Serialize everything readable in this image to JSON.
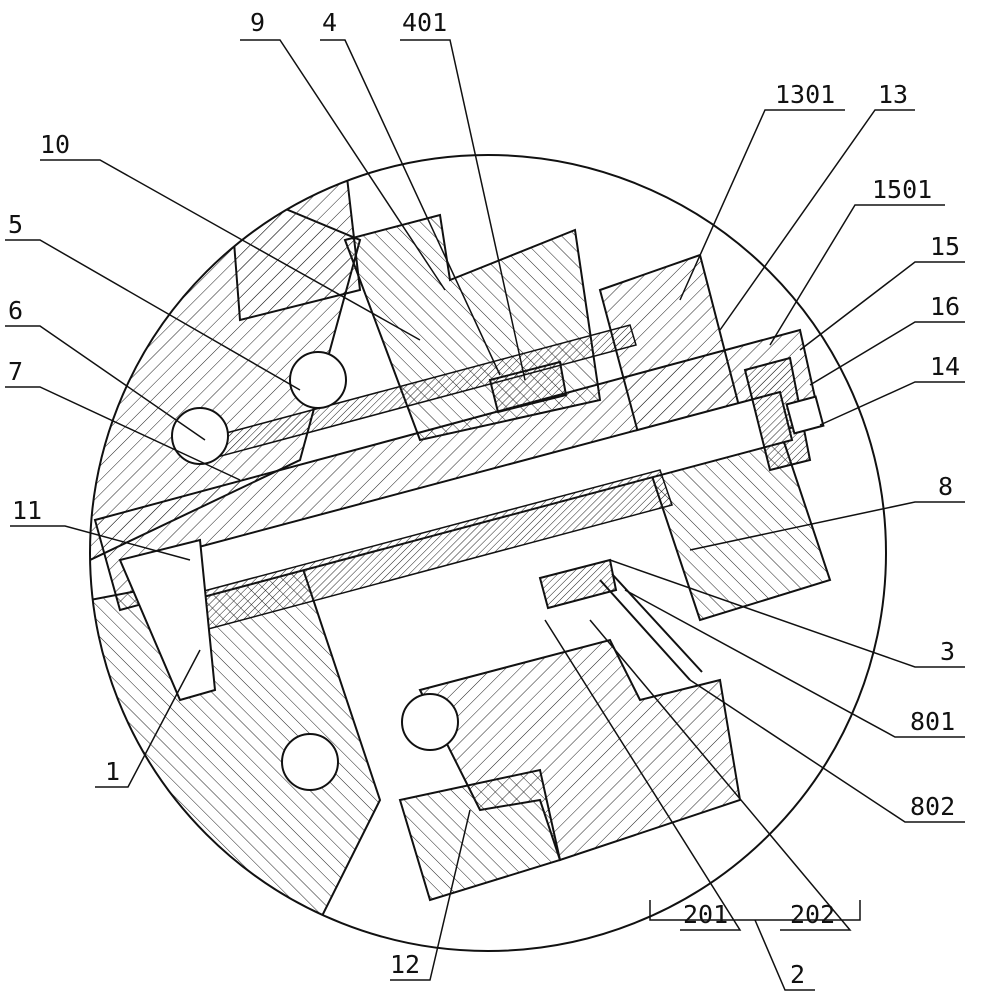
{
  "figure": {
    "labels": {
      "l9": "9",
      "l4": "4",
      "l401": "401",
      "l1301": "1301",
      "l13": "13",
      "l10": "10",
      "l1501": "1501",
      "l5": "5",
      "l15": "15",
      "l6": "6",
      "l16": "16",
      "l7": "7",
      "l14": "14",
      "l11": "11",
      "l8": "8",
      "l3": "3",
      "l801": "801",
      "l1": "1",
      "l802": "802",
      "l201": "201",
      "l202": "202",
      "l12": "12",
      "l2": "2"
    }
  }
}
